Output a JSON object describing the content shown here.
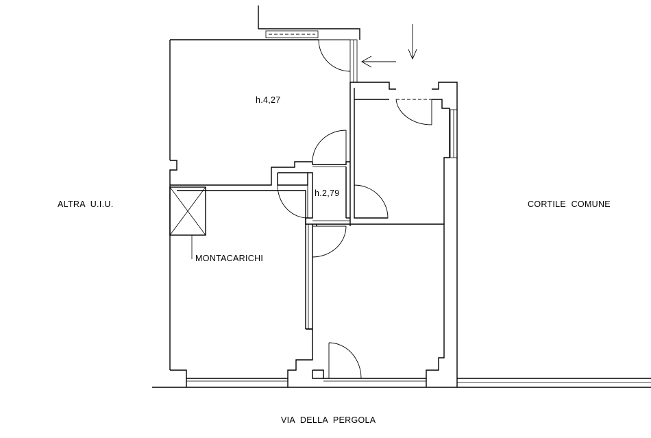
{
  "labels": {
    "room_height_upper": "h.4,27",
    "room_height_hall": "h.2,79",
    "left_neighbor": "ALTRA  U.I.U.",
    "right_courtyard": "CORTILE  COMUNE",
    "street": "VIA  DELLA  PERGOLA",
    "lift": "MONTACARICHI"
  },
  "icons": {
    "entrance_arrow": "arrow-left-icon",
    "north_arrow": "arrow-down-icon"
  }
}
